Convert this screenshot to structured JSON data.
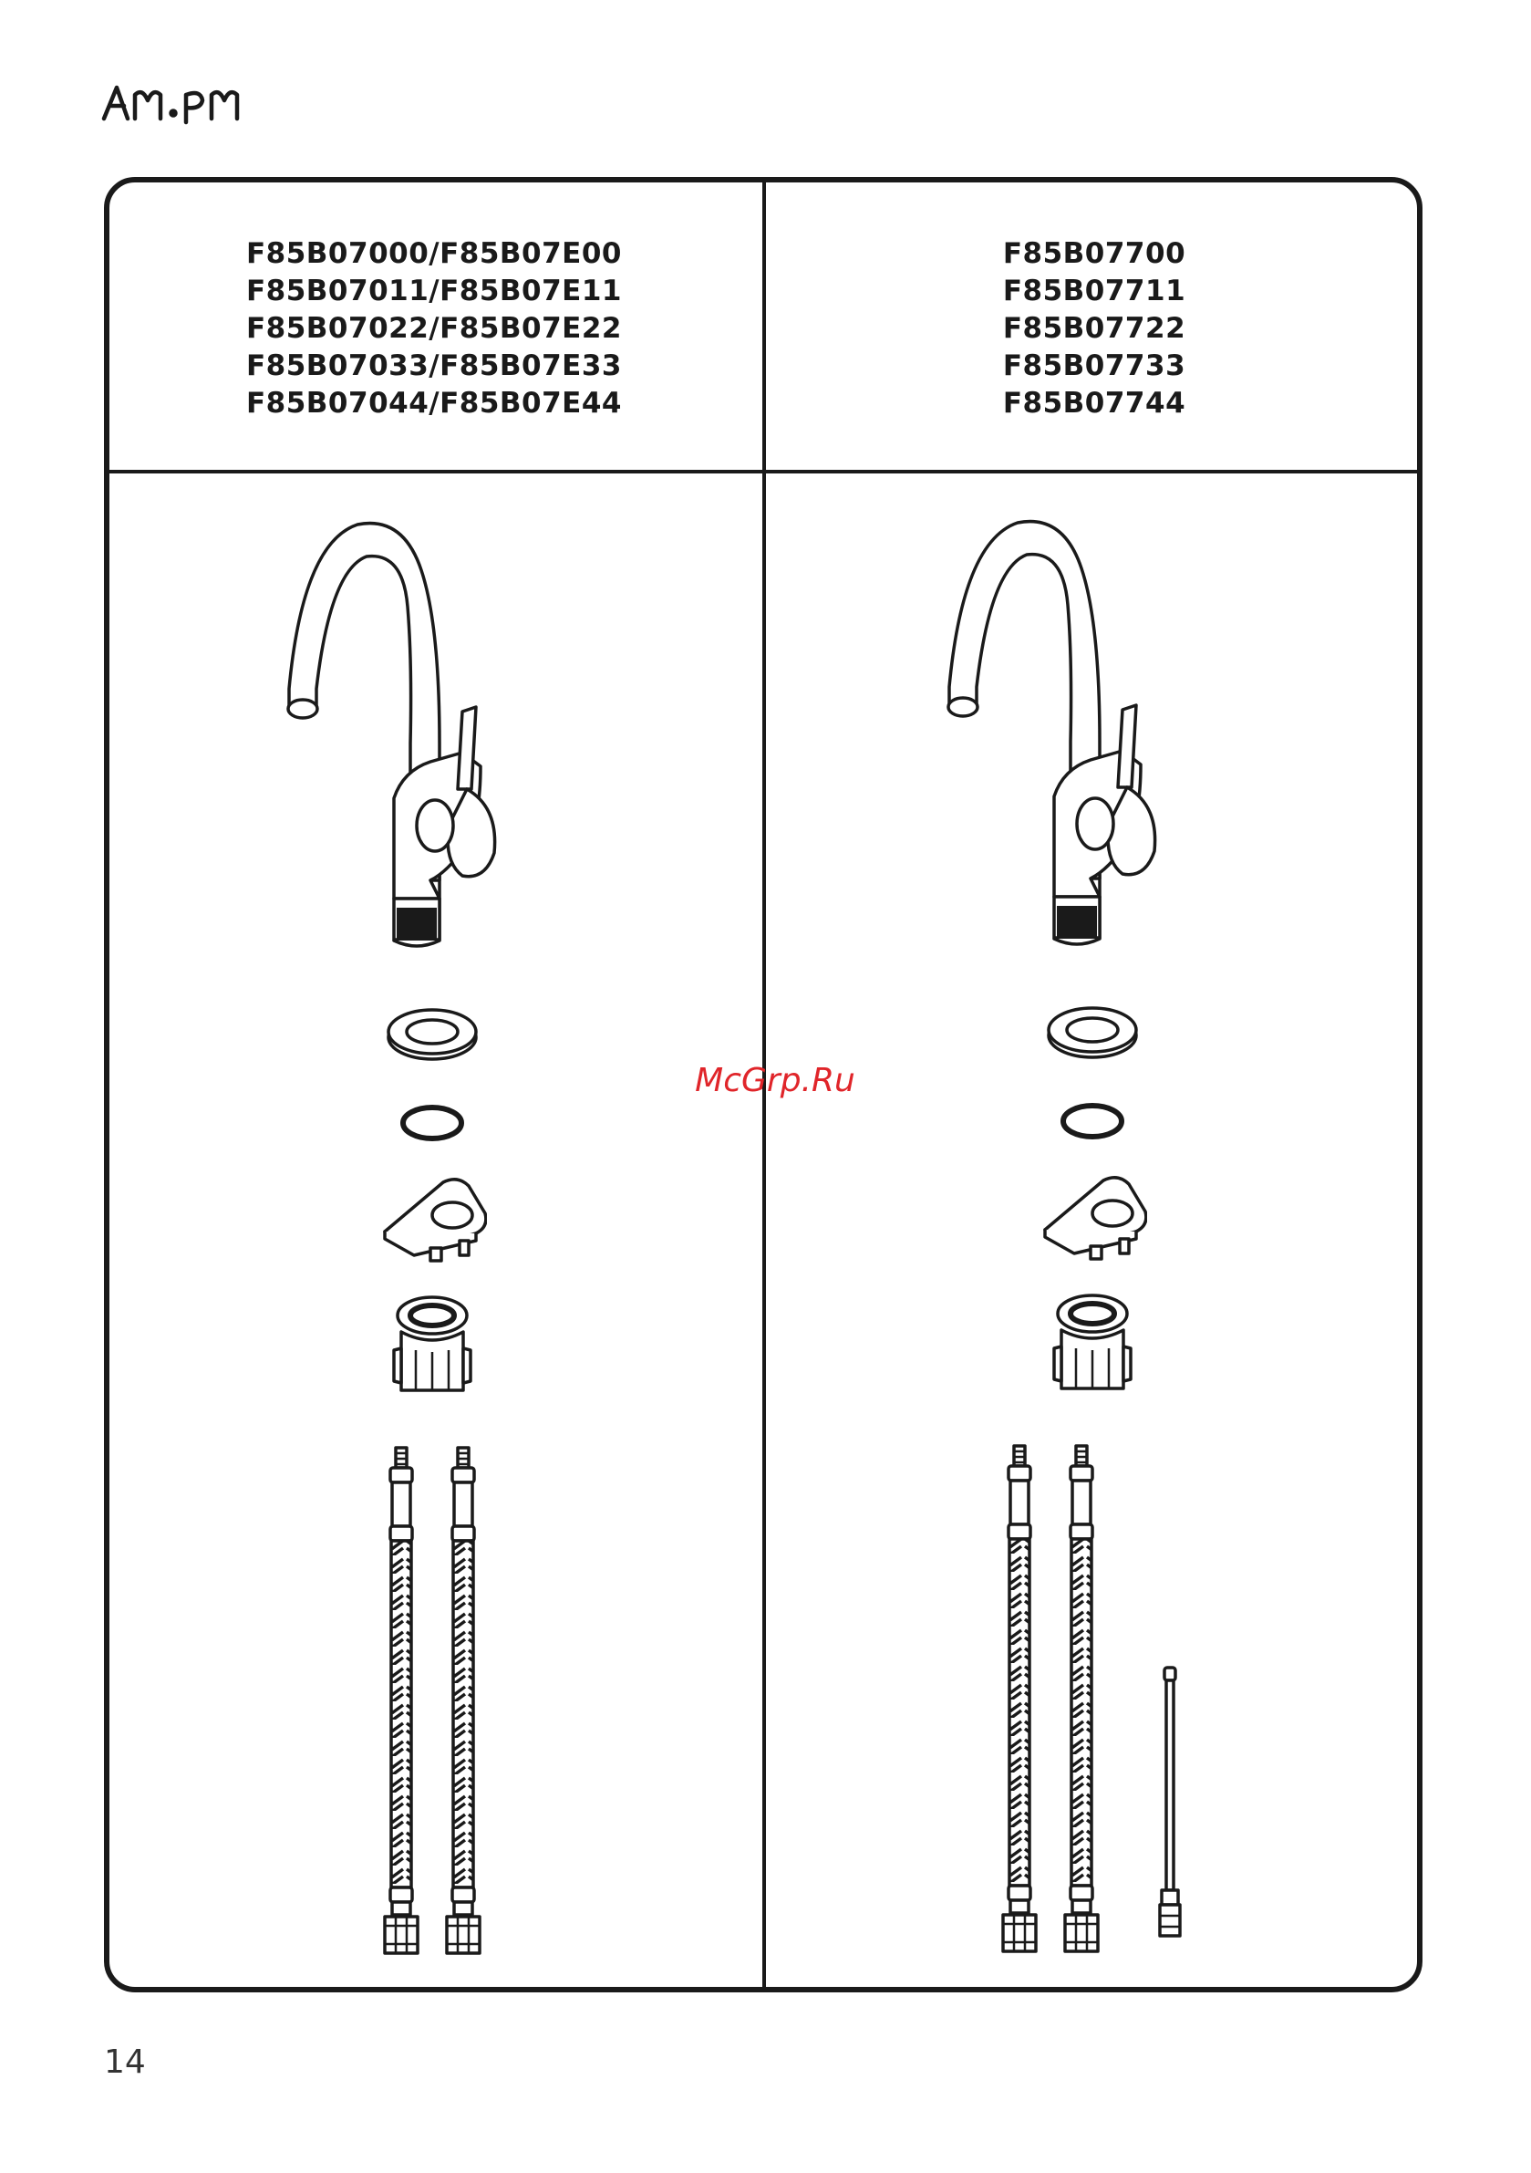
{
  "brand": {
    "name": "AM.PM"
  },
  "columns": [
    {
      "models": [
        "F85B07000/F85B07E00",
        "F85B07011/F85B07E11",
        "F85B07022/F85B07E22",
        "F85B07033/F85B07E33",
        "F85B07044/F85B07E44"
      ],
      "parts": [
        "faucet-icon",
        "washer-ring-icon",
        "o-ring-icon",
        "mounting-plate-icon",
        "mounting-nut-icon",
        "flexible-hose-icon",
        "flexible-hose-icon"
      ]
    },
    {
      "models": [
        "F85B07700",
        "F85B07711",
        "F85B07722",
        "F85B07733",
        "F85B07744"
      ],
      "parts": [
        "faucet-icon",
        "washer-ring-icon",
        "o-ring-icon",
        "mounting-plate-icon",
        "mounting-nut-icon",
        "flexible-hose-icon",
        "flexible-hose-icon",
        "filter-tube-icon"
      ]
    }
  ],
  "watermark": "McGrp.Ru",
  "page_number": "14",
  "colors": {
    "line": "#1a1a1a",
    "watermark": "#e0252a"
  }
}
